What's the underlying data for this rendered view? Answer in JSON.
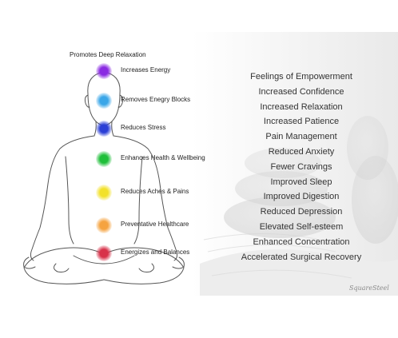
{
  "top_caption": "Promotes Deep Relaxation",
  "chakras": [
    {
      "label": "Increases Energy",
      "color": "#8a2be2"
    },
    {
      "label": "Removes Enegry Blocks",
      "color": "#3aa6e8"
    },
    {
      "label": "Reduces Stress",
      "color": "#2b3fd6"
    },
    {
      "label": "Enhances Health & Wellbeing",
      "color": "#1fbf3a"
    },
    {
      "label": "Reduces Aches & Pains",
      "color": "#f2e12b"
    },
    {
      "label": "Preventative Healthcare",
      "color": "#f5a340"
    },
    {
      "label": "Energizes and Balances",
      "color": "#d8324a"
    }
  ],
  "benefits": [
    "Feelings of Empowerment",
    "Increased Confidence",
    "Increased Relaxation",
    "Increased Patience",
    "Pain Management",
    "Reduced Anxiety",
    "Fewer Cravings",
    "Improved Sleep",
    "Improved Digestion",
    "Reduced Depression",
    "Elevated Self-esteem",
    "Enhanced Concentration",
    "Accelerated Surgical Recovery"
  ],
  "signature": "SquareSteel"
}
